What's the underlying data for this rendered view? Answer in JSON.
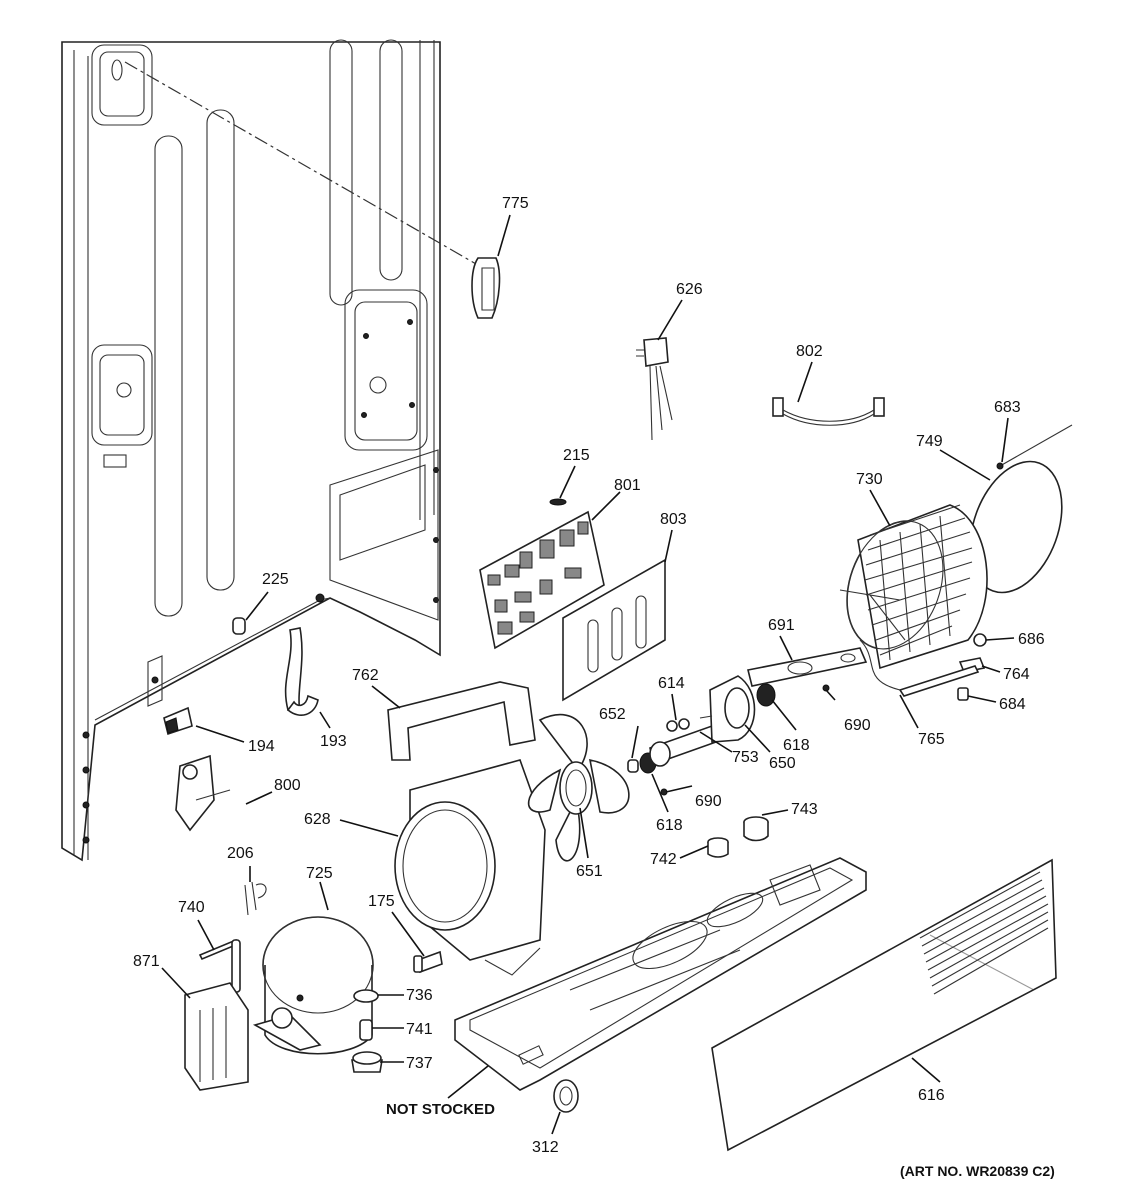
{
  "parts": [
    {
      "id": "p775",
      "label": "775",
      "name": "part-775-label"
    },
    {
      "id": "p626",
      "label": "626",
      "name": "part-626-label"
    },
    {
      "id": "p802",
      "label": "802",
      "name": "part-802-label"
    },
    {
      "id": "p683",
      "label": "683",
      "name": "part-683-label"
    },
    {
      "id": "p749",
      "label": "749",
      "name": "part-749-label"
    },
    {
      "id": "p215",
      "label": "215",
      "name": "part-215-label"
    },
    {
      "id": "p801",
      "label": "801",
      "name": "part-801-label"
    },
    {
      "id": "p730",
      "label": "730",
      "name": "part-730-label"
    },
    {
      "id": "p803",
      "label": "803",
      "name": "part-803-label"
    },
    {
      "id": "p225",
      "label": "225",
      "name": "part-225-label"
    },
    {
      "id": "p691",
      "label": "691",
      "name": "part-691-label"
    },
    {
      "id": "p686",
      "label": "686",
      "name": "part-686-label"
    },
    {
      "id": "p764",
      "label": "764",
      "name": "part-764-label"
    },
    {
      "id": "p684",
      "label": "684",
      "name": "part-684-label"
    },
    {
      "id": "p762",
      "label": "762",
      "name": "part-762-label"
    },
    {
      "id": "p614",
      "label": "614",
      "name": "part-614-label"
    },
    {
      "id": "p652",
      "label": "652",
      "name": "part-652-label"
    },
    {
      "id": "p690a",
      "label": "690",
      "name": "part-690-label-right"
    },
    {
      "id": "p765",
      "label": "765",
      "name": "part-765-label"
    },
    {
      "id": "p618a",
      "label": "618",
      "name": "part-618-label-right"
    },
    {
      "id": "p650",
      "label": "650",
      "name": "part-650-label"
    },
    {
      "id": "p753",
      "label": "753",
      "name": "part-753-label"
    },
    {
      "id": "p690b",
      "label": "690",
      "name": "part-690-label-left"
    },
    {
      "id": "p194",
      "label": "194",
      "name": "part-194-label"
    },
    {
      "id": "p193",
      "label": "193",
      "name": "part-193-label"
    },
    {
      "id": "p800",
      "label": "800",
      "name": "part-800-label"
    },
    {
      "id": "p618b",
      "label": "618",
      "name": "part-618-label-left"
    },
    {
      "id": "p743",
      "label": "743",
      "name": "part-743-label"
    },
    {
      "id": "p628",
      "label": "628",
      "name": "part-628-label"
    },
    {
      "id": "p742",
      "label": "742",
      "name": "part-742-label"
    },
    {
      "id": "p651",
      "label": "651",
      "name": "part-651-label"
    },
    {
      "id": "p206",
      "label": "206",
      "name": "part-206-label"
    },
    {
      "id": "p725",
      "label": "725",
      "name": "part-725-label"
    },
    {
      "id": "p175",
      "label": "175",
      "name": "part-175-label"
    },
    {
      "id": "p740",
      "label": "740",
      "name": "part-740-label"
    },
    {
      "id": "p871",
      "label": "871",
      "name": "part-871-label"
    },
    {
      "id": "p736",
      "label": "736",
      "name": "part-736-label"
    },
    {
      "id": "p741",
      "label": "741",
      "name": "part-741-label"
    },
    {
      "id": "p737",
      "label": "737",
      "name": "part-737-label"
    },
    {
      "id": "p616",
      "label": "616",
      "name": "part-616-label"
    },
    {
      "id": "p312",
      "label": "312",
      "name": "part-312-label"
    }
  ],
  "notes": {
    "not_stocked": "NOT STOCKED",
    "art_number": "(ART NO. WR20839 C2)"
  }
}
